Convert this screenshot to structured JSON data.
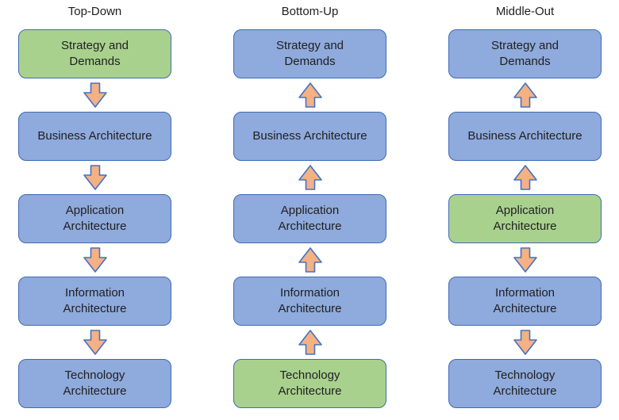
{
  "colors": {
    "blue_fill": "#8faadc",
    "green_fill": "#a9d18e",
    "box_border": "#3f6bb5",
    "arrow_fill": "#f4b183",
    "arrow_border": "#4472c4",
    "text": "#1f1f1f",
    "background": "#ffffff"
  },
  "columns": [
    {
      "title": "Top-Down",
      "boxes": [
        {
          "lines": [
            "Strategy and",
            "Demands"
          ],
          "variant": "green"
        },
        {
          "lines": [
            "Business Architecture"
          ],
          "variant": "blue"
        },
        {
          "lines": [
            "Application",
            "Architecture"
          ],
          "variant": "blue"
        },
        {
          "lines": [
            "Information",
            "Architecture"
          ],
          "variant": "blue"
        },
        {
          "lines": [
            "Technology",
            "Architecture"
          ],
          "variant": "blue"
        }
      ],
      "arrows": [
        "down",
        "down",
        "down",
        "down"
      ]
    },
    {
      "title": "Bottom-Up",
      "boxes": [
        {
          "lines": [
            "Strategy and",
            "Demands"
          ],
          "variant": "blue"
        },
        {
          "lines": [
            "Business Architecture"
          ],
          "variant": "blue"
        },
        {
          "lines": [
            "Application",
            "Architecture"
          ],
          "variant": "blue"
        },
        {
          "lines": [
            "Information",
            "Architecture"
          ],
          "variant": "blue"
        },
        {
          "lines": [
            "Technology",
            "Architecture"
          ],
          "variant": "green"
        }
      ],
      "arrows": [
        "up",
        "up",
        "up",
        "up"
      ]
    },
    {
      "title": "Middle-Out",
      "boxes": [
        {
          "lines": [
            "Strategy and",
            "Demands"
          ],
          "variant": "blue"
        },
        {
          "lines": [
            "Business Architecture"
          ],
          "variant": "blue"
        },
        {
          "lines": [
            "Application",
            "Architecture"
          ],
          "variant": "green"
        },
        {
          "lines": [
            "Information",
            "Architecture"
          ],
          "variant": "blue"
        },
        {
          "lines": [
            "Technology",
            "Architecture"
          ],
          "variant": "blue"
        }
      ],
      "arrows": [
        "up",
        "up",
        "down",
        "down"
      ]
    }
  ]
}
